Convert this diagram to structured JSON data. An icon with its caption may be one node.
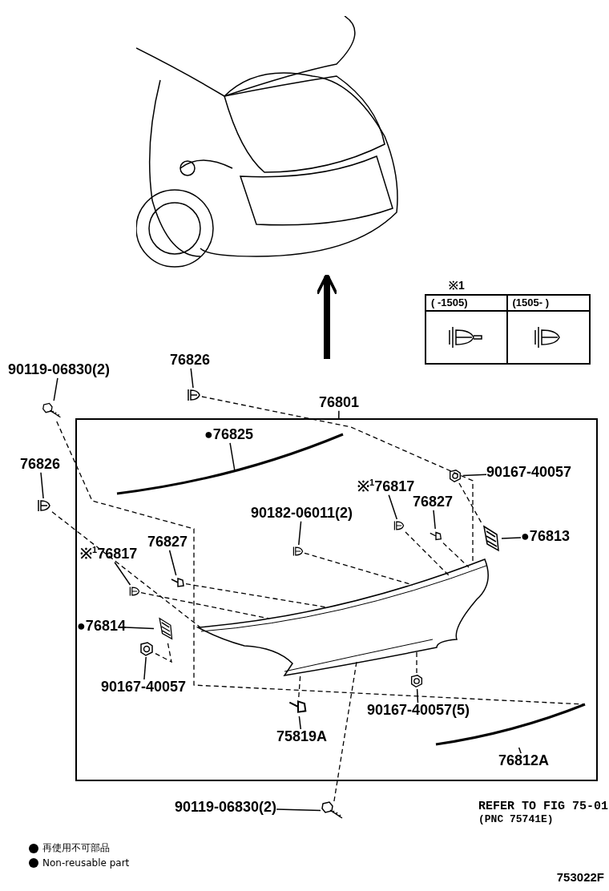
{
  "diagram": {
    "nodes": [
      {
        "text": [],
        "shape": "picture"
      },
      {
        "text": [
          "※1"
        ]
      },
      {
        "text": [
          "90119-06830(2)"
        ]
      },
      {
        "text": [],
        "shape": "picture"
      },
      {
        "text": [
          "76826"
        ]
      },
      {
        "text": [],
        "shape": "picture"
      },
      {
        "text": [
          "76801"
        ]
      },
      {
        "text": [],
        "shape": "box"
      },
      {
        "text": [
          "●76825"
        ],
        "in": 7
      },
      {
        "text": [],
        "shape": "picture",
        "in": 7
      },
      {
        "text": [
          "76826"
        ]
      },
      {
        "text": [],
        "shape": "picture"
      },
      {
        "text": [
          "※$^{1}$76817"
        ],
        "in": 7
      },
      {
        "text": [],
        "shape": "picture",
        "in": 7
      },
      {
        "text": [
          "76827"
        ],
        "in": 7
      },
      {
        "text": [],
        "shape": "picture",
        "in": 7
      },
      {
        "text": [
          "90167-40057"
        ],
        "in": 7
      },
      {
        "text": [],
        "shape": "picture",
        "in": 7
      },
      {
        "text": [],
        "shape": "picture",
        "in": 7
      },
      {
        "text": [
          "●76813"
        ],
        "in": 7
      },
      {
        "text": [
          "90182-06011(2)"
        ],
        "in": 7
      },
      {
        "text": [],
        "shape": "picture",
        "in": 7
      },
      {
        "text": [
          "※$^{1}$76817"
        ],
        "in": 7
      },
      {
        "text": [
          "76827"
        ],
        "in": 7
      },
      {
        "text": [],
        "shape": "picture",
        "in": 7
      },
      {
        "text": [],
        "shape": "picture",
        "in": 7
      },
      {
        "text": [],
        "shape": "picture",
        "in": 7
      },
      {
        "text": [
          "●76814"
        ],
        "in": 7
      },
      {
        "text": [],
        "shape": "picture",
        "in": 7
      },
      {
        "text": [],
        "shape": "picture",
        "in": 7
      },
      {
        "text": [
          "90167-40057"
        ],
        "in": 7
      },
      {
        "text": [],
        "shape": "picture",
        "in": 7
      },
      {
        "text": [
          "90167-40057(5)"
        ],
        "in": 7
      },
      {
        "text": [],
        "shape": "picture",
        "in": 7
      },
      {
        "text": [
          "75819A"
        ],
        "in": 7
      },
      {
        "text": [],
        "shape": "picture",
        "in": 7
      },
      {
        "text": [
          "76812A"
        ],
        "in": 7
      },
      {
        "text": [
          "90119-06830(2)"
        ]
      },
      {
        "text": [],
        "shape": "picture"
      },
      {
        "text": [
          "REFER TO FIG 75-01",
          "(PNC 75741E)"
        ]
      }
    ],
    "edges": [
      {
        "from": null,
        "to": 0,
        "arrow": "to",
        "style": "thick"
      },
      {
        "from": 2,
        "to": 3,
        "arrow": "none"
      },
      {
        "from": 4,
        "to": 5,
        "arrow": "none"
      },
      {
        "from": 6,
        "to": 7,
        "arrow": "none"
      },
      {
        "from": 8,
        "to": 9,
        "arrow": "none"
      },
      {
        "from": 10,
        "to": 11,
        "arrow": "none"
      },
      {
        "from": 12,
        "to": 13,
        "arrow": "none"
      },
      {
        "from": 14,
        "to": 15,
        "arrow": "none"
      },
      {
        "from": 16,
        "to": 17,
        "arrow": "none"
      },
      {
        "from": 19,
        "to": 18,
        "arrow": "none"
      },
      {
        "from": 20,
        "to": 21,
        "arrow": "none"
      },
      {
        "from": 22,
        "to": 24,
        "arrow": "none"
      },
      {
        "from": 23,
        "to": 25,
        "arrow": "none"
      },
      {
        "from": 27,
        "to": 28,
        "arrow": "none"
      },
      {
        "from": 30,
        "to": 29,
        "arrow": "none"
      },
      {
        "from": 32,
        "to": 31,
        "arrow": "none"
      },
      {
        "from": 34,
        "to": 33,
        "arrow": "none"
      },
      {
        "from": 36,
        "to": 35,
        "arrow": "none"
      },
      {
        "from": 37,
        "to": 38,
        "arrow": "none"
      },
      {
        "from": 3,
        "to": 35,
        "arrow": "none",
        "style": "dashed"
      },
      {
        "from": 5,
        "to": 26,
        "arrow": "none",
        "style": "dashed"
      },
      {
        "from": 11,
        "to": 26,
        "arrow": "none",
        "style": "dashed"
      },
      {
        "from": 13,
        "to": 26,
        "arrow": "none",
        "style": "dashed"
      },
      {
        "from": 15,
        "to": 26,
        "arrow": "none",
        "style": "dashed"
      },
      {
        "from": 17,
        "to": 18,
        "arrow": "none",
        "style": "dashed"
      },
      {
        "from": 21,
        "to": 26,
        "arrow": "none",
        "style": "dashed"
      },
      {
        "from": 24,
        "to": 26,
        "arrow": "none",
        "style": "dashed"
      },
      {
        "from": 25,
        "to": 26,
        "arrow": "none",
        "style": "dashed"
      },
      {
        "from": 29,
        "to": 28,
        "arrow": "none",
        "style": "dashed"
      },
      {
        "from": 31,
        "to": 26,
        "arrow": "none",
        "style": "dashed"
      },
      {
        "from": 33,
        "to": 26,
        "arrow": "none",
        "style": "dashed"
      },
      {
        "from": 38,
        "to": 26,
        "arrow": "none",
        "style": "dashed"
      }
    ],
    "labels": [
      "( -1505)",
      "(1505- )",
      "753022F"
    ],
    "legend": [
      {
        "text": "再使用不可部品"
      },
      {
        "text": "Non-reusable part"
      }
    ]
  }
}
